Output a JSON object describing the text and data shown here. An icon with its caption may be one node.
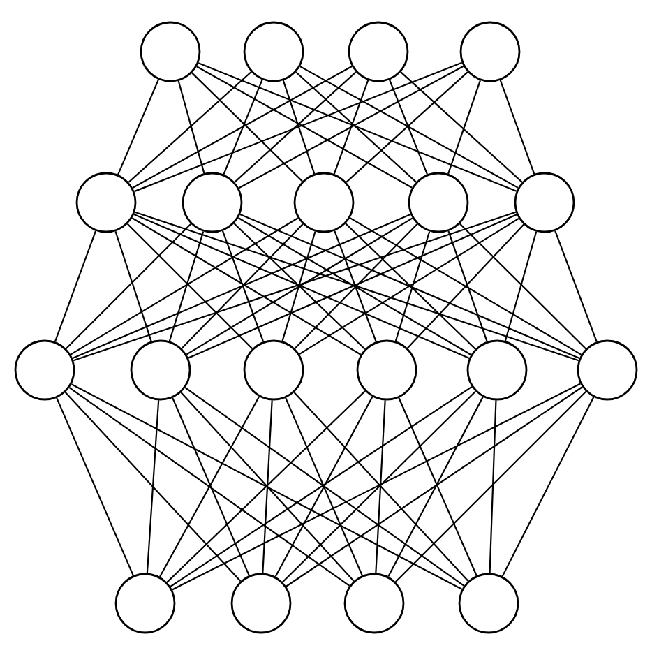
{
  "diagram": {
    "nodes": [
      {
        "text": [],
        "shape": "circle"
      },
      {
        "text": [],
        "shape": "circle"
      },
      {
        "text": [],
        "shape": "circle"
      },
      {
        "text": [],
        "shape": "circle"
      },
      {
        "text": [],
        "shape": "circle"
      },
      {
        "text": [],
        "shape": "circle"
      },
      {
        "text": [],
        "shape": "circle"
      },
      {
        "text": [],
        "shape": "circle"
      },
      {
        "text": [],
        "shape": "circle"
      },
      {
        "text": [],
        "shape": "circle"
      },
      {
        "text": [],
        "shape": "circle"
      },
      {
        "text": [],
        "shape": "circle"
      },
      {
        "text": [],
        "shape": "circle"
      },
      {
        "text": [],
        "shape": "circle"
      },
      {
        "text": [],
        "shape": "circle"
      },
      {
        "text": [],
        "shape": "circle"
      },
      {
        "text": [],
        "shape": "circle"
      },
      {
        "text": [],
        "shape": "circle"
      },
      {
        "text": [],
        "shape": "circle"
      }
    ],
    "edges": [
      {
        "from": 0,
        "to": 4,
        "arrow": "none"
      },
      {
        "from": 0,
        "to": 5,
        "arrow": "none"
      },
      {
        "from": 0,
        "to": 6,
        "arrow": "none"
      },
      {
        "from": 0,
        "to": 7,
        "arrow": "none"
      },
      {
        "from": 0,
        "to": 8,
        "arrow": "none"
      },
      {
        "from": 1,
        "to": 4,
        "arrow": "none"
      },
      {
        "from": 1,
        "to": 5,
        "arrow": "none"
      },
      {
        "from": 1,
        "to": 6,
        "arrow": "none"
      },
      {
        "from": 1,
        "to": 7,
        "arrow": "none"
      },
      {
        "from": 1,
        "to": 8,
        "arrow": "none"
      },
      {
        "from": 2,
        "to": 4,
        "arrow": "none"
      },
      {
        "from": 2,
        "to": 5,
        "arrow": "none"
      },
      {
        "from": 2,
        "to": 6,
        "arrow": "none"
      },
      {
        "from": 2,
        "to": 7,
        "arrow": "none"
      },
      {
        "from": 2,
        "to": 8,
        "arrow": "none"
      },
      {
        "from": 3,
        "to": 4,
        "arrow": "none"
      },
      {
        "from": 3,
        "to": 5,
        "arrow": "none"
      },
      {
        "from": 3,
        "to": 6,
        "arrow": "none"
      },
      {
        "from": 3,
        "to": 7,
        "arrow": "none"
      },
      {
        "from": 3,
        "to": 8,
        "arrow": "none"
      },
      {
        "from": 4,
        "to": 9,
        "arrow": "none"
      },
      {
        "from": 4,
        "to": 10,
        "arrow": "none"
      },
      {
        "from": 4,
        "to": 11,
        "arrow": "none"
      },
      {
        "from": 4,
        "to": 12,
        "arrow": "none"
      },
      {
        "from": 4,
        "to": 13,
        "arrow": "none"
      },
      {
        "from": 4,
        "to": 14,
        "arrow": "none"
      },
      {
        "from": 5,
        "to": 9,
        "arrow": "none"
      },
      {
        "from": 5,
        "to": 10,
        "arrow": "none"
      },
      {
        "from": 5,
        "to": 11,
        "arrow": "none"
      },
      {
        "from": 5,
        "to": 12,
        "arrow": "none"
      },
      {
        "from": 5,
        "to": 13,
        "arrow": "none"
      },
      {
        "from": 5,
        "to": 14,
        "arrow": "none"
      },
      {
        "from": 6,
        "to": 9,
        "arrow": "none"
      },
      {
        "from": 6,
        "to": 10,
        "arrow": "none"
      },
      {
        "from": 6,
        "to": 11,
        "arrow": "none"
      },
      {
        "from": 6,
        "to": 12,
        "arrow": "none"
      },
      {
        "from": 6,
        "to": 13,
        "arrow": "none"
      },
      {
        "from": 6,
        "to": 14,
        "arrow": "none"
      },
      {
        "from": 7,
        "to": 9,
        "arrow": "none"
      },
      {
        "from": 7,
        "to": 10,
        "arrow": "none"
      },
      {
        "from": 7,
        "to": 11,
        "arrow": "none"
      },
      {
        "from": 7,
        "to": 12,
        "arrow": "none"
      },
      {
        "from": 7,
        "to": 13,
        "arrow": "none"
      },
      {
        "from": 7,
        "to": 14,
        "arrow": "none"
      },
      {
        "from": 8,
        "to": 9,
        "arrow": "none"
      },
      {
        "from": 8,
        "to": 10,
        "arrow": "none"
      },
      {
        "from": 8,
        "to": 11,
        "arrow": "none"
      },
      {
        "from": 8,
        "to": 12,
        "arrow": "none"
      },
      {
        "from": 8,
        "to": 13,
        "arrow": "none"
      },
      {
        "from": 8,
        "to": 14,
        "arrow": "none"
      },
      {
        "from": 9,
        "to": 15,
        "arrow": "none"
      },
      {
        "from": 9,
        "to": 16,
        "arrow": "none"
      },
      {
        "from": 9,
        "to": 17,
        "arrow": "none"
      },
      {
        "from": 9,
        "to": 18,
        "arrow": "none"
      },
      {
        "from": 10,
        "to": 15,
        "arrow": "none"
      },
      {
        "from": 10,
        "to": 16,
        "arrow": "none"
      },
      {
        "from": 10,
        "to": 17,
        "arrow": "none"
      },
      {
        "from": 10,
        "to": 18,
        "arrow": "none"
      },
      {
        "from": 11,
        "to": 15,
        "arrow": "none"
      },
      {
        "from": 11,
        "to": 16,
        "arrow": "none"
      },
      {
        "from": 11,
        "to": 17,
        "arrow": "none"
      },
      {
        "from": 11,
        "to": 18,
        "arrow": "none"
      },
      {
        "from": 12,
        "to": 15,
        "arrow": "none"
      },
      {
        "from": 12,
        "to": 16,
        "arrow": "none"
      },
      {
        "from": 12,
        "to": 17,
        "arrow": "none"
      },
      {
        "from": 12,
        "to": 18,
        "arrow": "none"
      },
      {
        "from": 13,
        "to": 15,
        "arrow": "none"
      },
      {
        "from": 13,
        "to": 16,
        "arrow": "none"
      },
      {
        "from": 13,
        "to": 17,
        "arrow": "none"
      },
      {
        "from": 13,
        "to": 18,
        "arrow": "none"
      },
      {
        "from": 14,
        "to": 15,
        "arrow": "none"
      },
      {
        "from": 14,
        "to": 16,
        "arrow": "none"
      },
      {
        "from": 14,
        "to": 17,
        "arrow": "none"
      },
      {
        "from": 14,
        "to": 18,
        "arrow": "none"
      }
    ]
  }
}
